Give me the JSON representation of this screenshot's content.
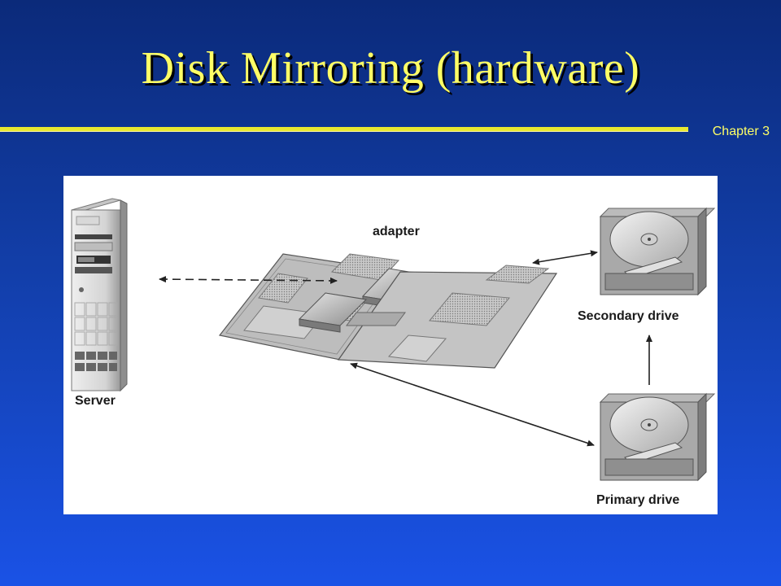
{
  "slide": {
    "title": "Disk Mirroring (hardware)",
    "chapter": "Chapter 3"
  },
  "diagram": {
    "labels": {
      "server": "Server",
      "adapter": "adapter",
      "secondary": "Secondary drive",
      "primary": "Primary drive"
    }
  },
  "colors": {
    "title": "#ffff66",
    "rule": "#e8e830",
    "background_top": "#0b2a7a",
    "background_bottom": "#1a52e6"
  }
}
